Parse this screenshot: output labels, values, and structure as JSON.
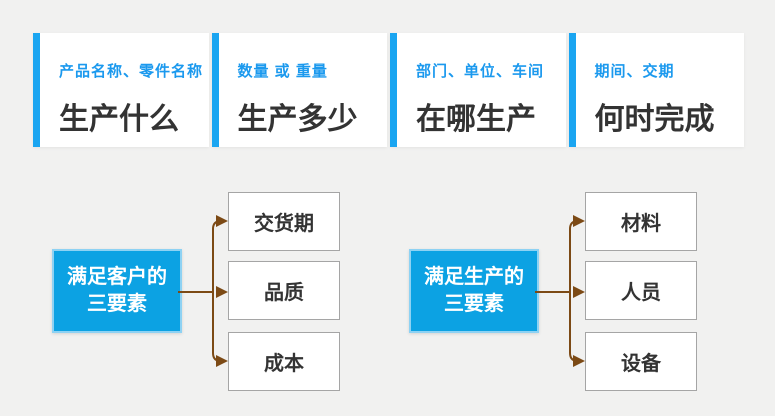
{
  "colors": {
    "background": "#f1f1f0",
    "card_background": "#ffffff",
    "accent_bar_blue": "#1aa5f1",
    "subtitle_blue": "#1b99ee",
    "title_dark": "#333333",
    "source_box_blue": "#0ca2e3",
    "arrow_brown": "#7c4a15",
    "target_border_gray": "#a5a5a5"
  },
  "cards": [
    {
      "subtitle": "产品名称、零件名称",
      "title": "生产什么"
    },
    {
      "subtitle": "数量 或 重量",
      "title": "生产多少"
    },
    {
      "subtitle": "部门、单位、车间",
      "title": "在哪生产"
    },
    {
      "subtitle": "期间、交期",
      "title": "何时完成"
    }
  ],
  "flow_groups": [
    {
      "source": {
        "lines": [
          "满足客户的",
          "三要素"
        ]
      },
      "targets": [
        "交货期",
        "品质",
        "成本"
      ]
    },
    {
      "source": {
        "lines": [
          "满足生产的",
          "三要素"
        ]
      },
      "targets": [
        "材料",
        "人员",
        "设备"
      ]
    }
  ]
}
